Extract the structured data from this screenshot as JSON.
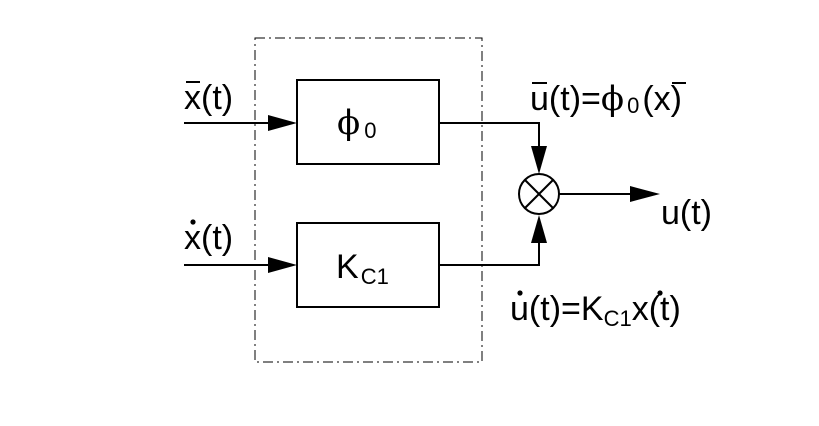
{
  "inputs": {
    "x_bar": {
      "base": "x",
      "arg": "(t)"
    },
    "x_dot": {
      "base": "x",
      "arg": "(t)"
    }
  },
  "blocks": {
    "phi": {
      "symbol": "ϕ",
      "subscript": "0"
    },
    "k": {
      "symbol": "K",
      "subscript": "C1"
    }
  },
  "output": {
    "label": "u(t)"
  },
  "equations": {
    "u_bar": {
      "lhs_base": "u",
      "lhs_arg": "(t)=",
      "phi": "ϕ",
      "phi_sub": "0",
      "open": "(",
      "x": "x",
      "close": ")"
    },
    "u_dot": {
      "lhs_base": "u",
      "lhs_arg": "(t)=",
      "k": "K",
      "k_sub": "C1",
      "x": "x",
      "x_arg": "(t)"
    }
  }
}
